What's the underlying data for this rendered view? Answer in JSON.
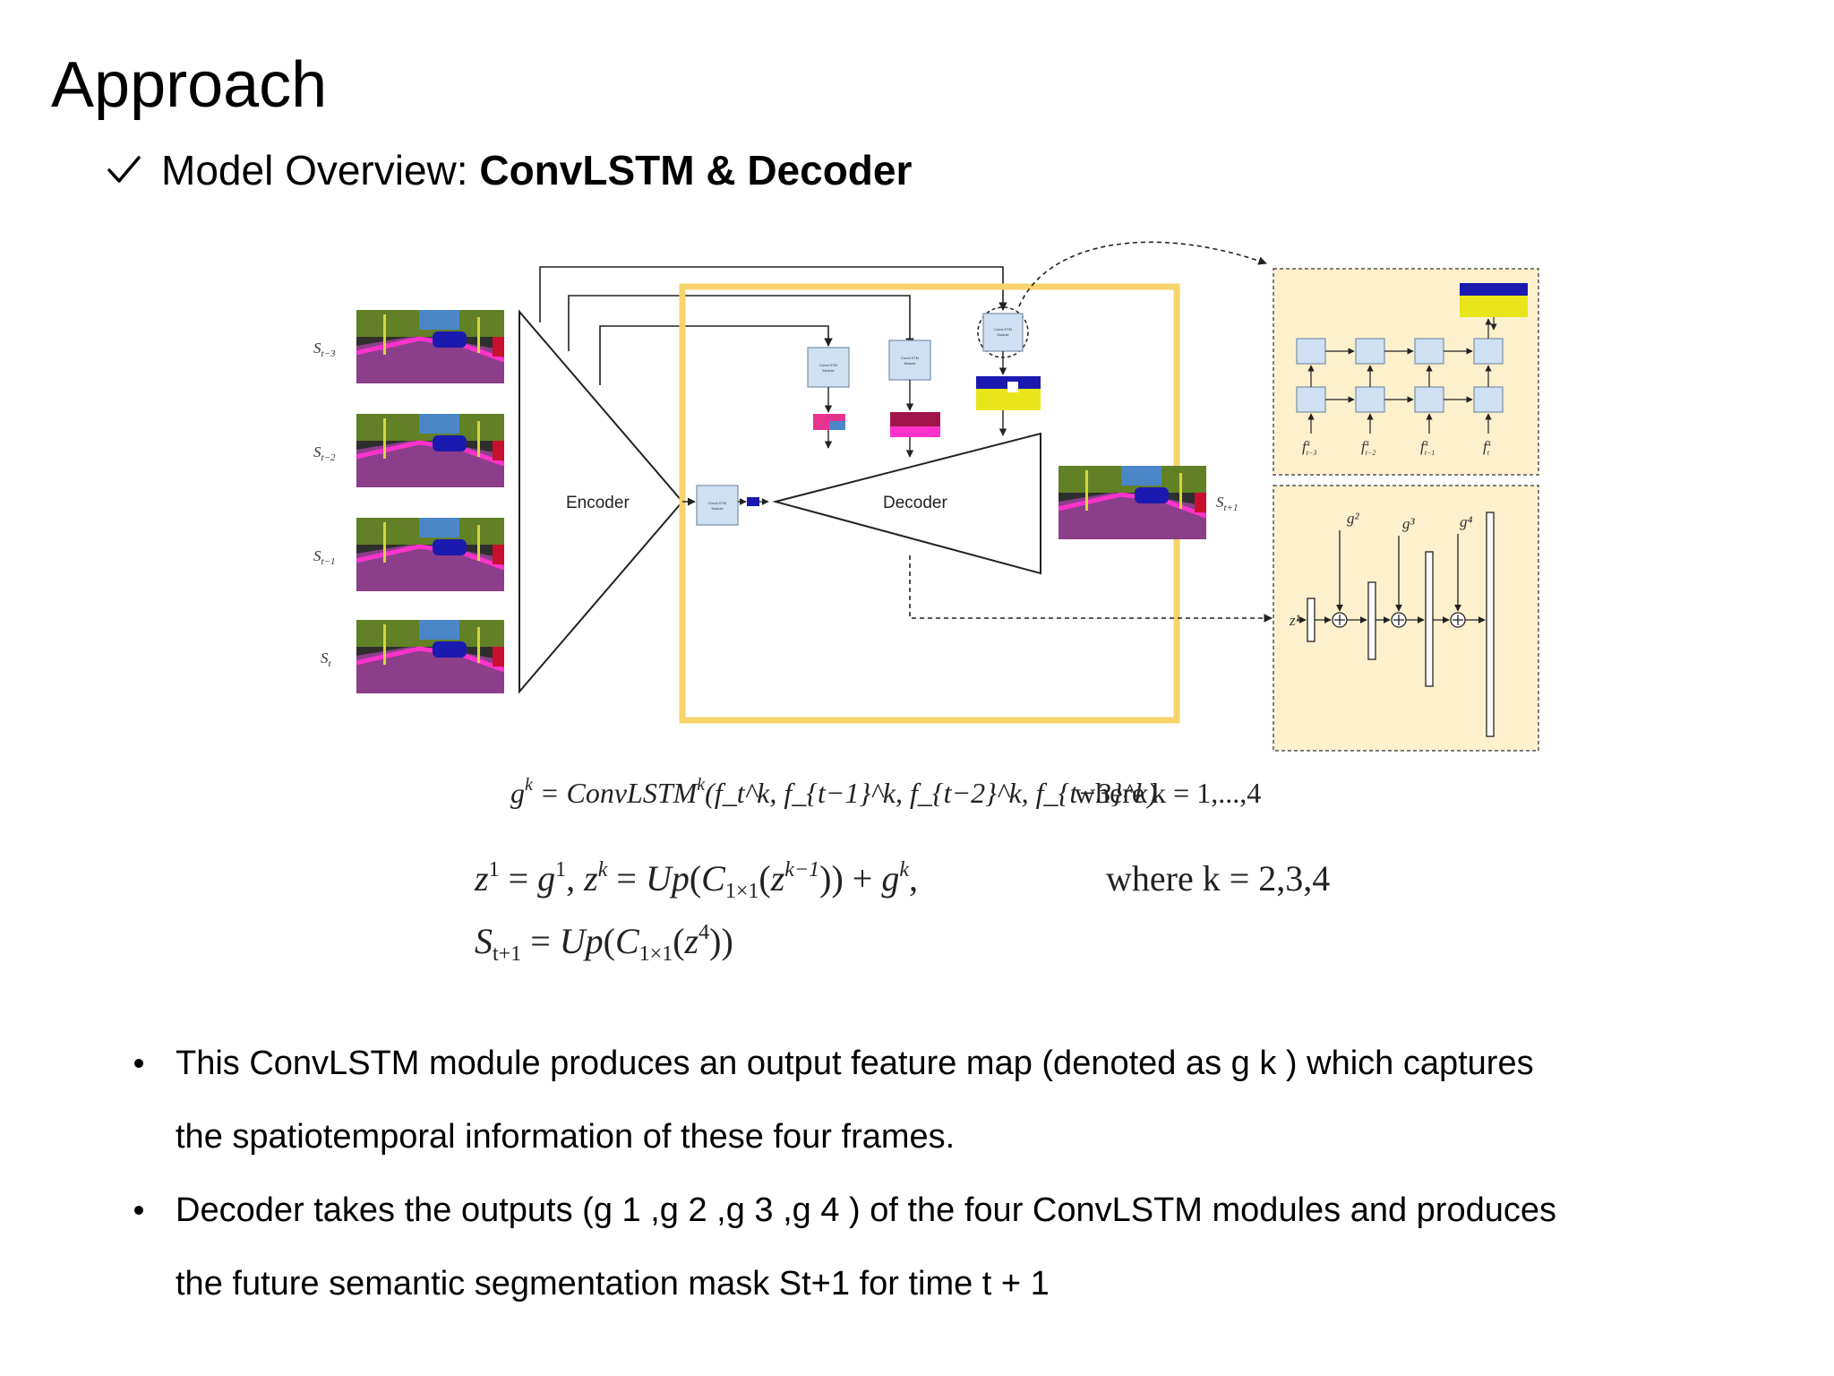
{
  "slide": {
    "title": "Approach",
    "subtitle_prefix": "Model Overview: ",
    "subtitle_bold": "ConvLSTM & Decoder"
  },
  "diagram": {
    "encoder_label": "Encoder",
    "decoder_label": "Decoder",
    "module_label_line1": "ConvLSTM",
    "module_label_line2": "Module",
    "frames": [
      {
        "base": "S",
        "sub": "t−3"
      },
      {
        "base": "S",
        "sub": "t−2"
      },
      {
        "base": "S",
        "sub": "t−1"
      },
      {
        "base": "S",
        "sub": "t"
      }
    ],
    "output_label": {
      "base": "S",
      "sub": "t+1"
    },
    "lstm_inputs": [
      {
        "base": "f",
        "sup": "4",
        "sub": "t−3"
      },
      {
        "base": "f",
        "sup": "4",
        "sub": "t−2"
      },
      {
        "base": "f",
        "sup": "4",
        "sub": "t−1"
      },
      {
        "base": "f",
        "sup": "4",
        "sub": "t"
      }
    ],
    "decoder_g_labels": [
      "g²",
      "g³",
      "g⁴"
    ],
    "decoder_z_label": "z¹",
    "colors": {
      "yellow_frame": "#f7d36b",
      "panel_fill": "#fdf0cc",
      "module_fill": "#cfe0f3",
      "road": "#8b3f8a",
      "sky": "#4b86c9",
      "vegetation": "#6b8e23",
      "car": "#1a1ab0",
      "lane": "#ff33cc"
    }
  },
  "equations": {
    "eq1_main": "g",
    "eq1_sup": "k",
    "eq1_rhs": " = ConvLSTM",
    "eq1_args": "(f_t^k, f_{t−1}^k, f_{t−2}^k, f_{t−3}^k)",
    "eq1_where": "where k = 1,...,4",
    "eq2_where": "where k = 2,3,4"
  },
  "bullets": [
    "This ConvLSTM module produces an output feature map (denoted as g k ) which captures",
    "the spatiotemporal information of these four frames.",
    "Decoder takes the outputs (g 1 ,g 2 ,g 3 ,g 4 ) of the four ConvLSTM modules and produces",
    "the future semantic segmentation mask St+1 for time t + 1"
  ]
}
